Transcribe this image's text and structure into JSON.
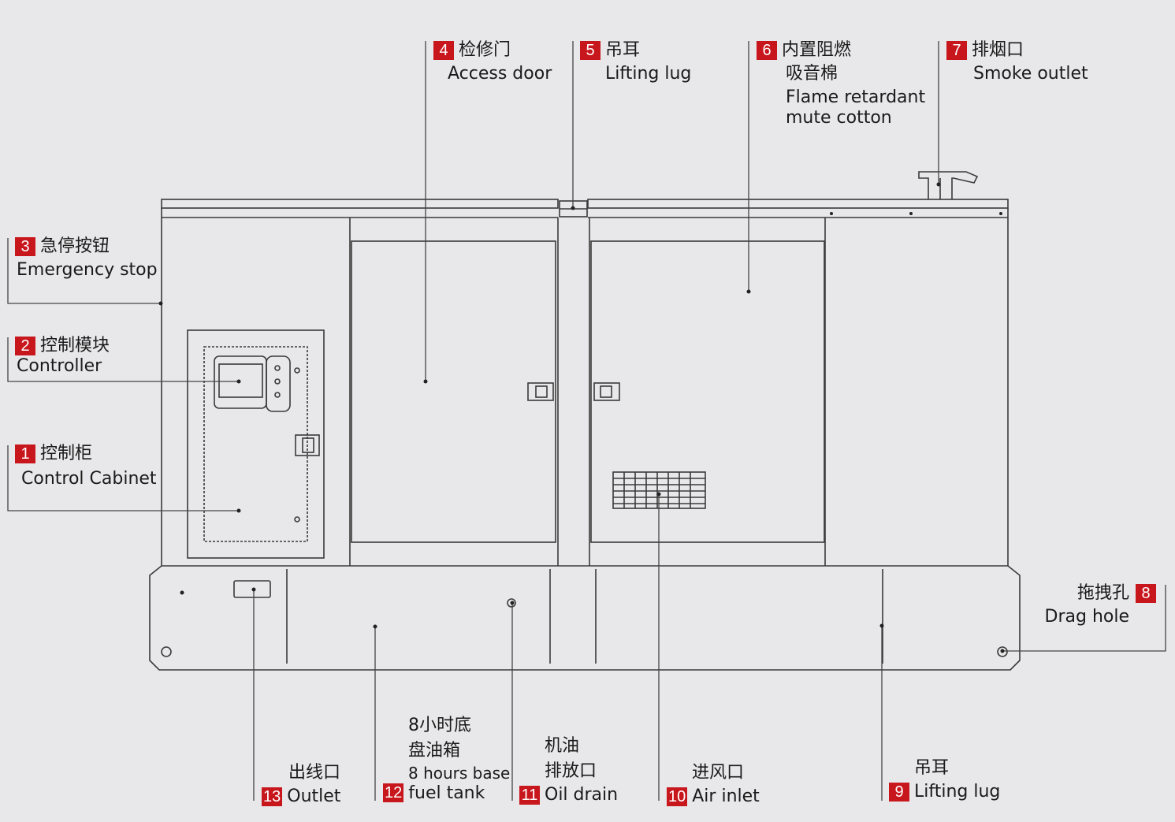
{
  "callouts": [
    {
      "num": "1",
      "cn": "控制柜",
      "en": "Control Cabinet"
    },
    {
      "num": "2",
      "cn": "控制模块",
      "en": "Controller"
    },
    {
      "num": "3",
      "cn": "急停按钮",
      "en": "Emergency stop"
    },
    {
      "num": "4",
      "cn": "检修门",
      "en": "Access door"
    },
    {
      "num": "5",
      "cn": "吊耳",
      "en": "Lifting lug"
    },
    {
      "num": "6",
      "cn1": "内置阻燃",
      "cn2": "吸音棉",
      "en1": "Flame retardant",
      "en2": "mute cotton"
    },
    {
      "num": "7",
      "cn": "排烟口",
      "en": "Smoke outlet"
    },
    {
      "num": "8",
      "cn": "拖拽孔",
      "en": "Drag hole"
    },
    {
      "num": "9",
      "cn": "吊耳",
      "en": "Lifting lug"
    },
    {
      "num": "10",
      "cn": "进风口",
      "en": "Air inlet"
    },
    {
      "num": "11",
      "cn1": "机油",
      "cn2": "排放口",
      "en": "Oil drain"
    },
    {
      "num": "12",
      "cn1": "8小时底",
      "cn2": "盘油箱",
      "en1": "8 hours base",
      "en2": "fuel tank"
    },
    {
      "num": "13",
      "cn": "出线口",
      "en": "Outlet"
    }
  ],
  "colors": {
    "badge": "#c8161d",
    "line": "#333333",
    "background": "#e8e8ea"
  }
}
